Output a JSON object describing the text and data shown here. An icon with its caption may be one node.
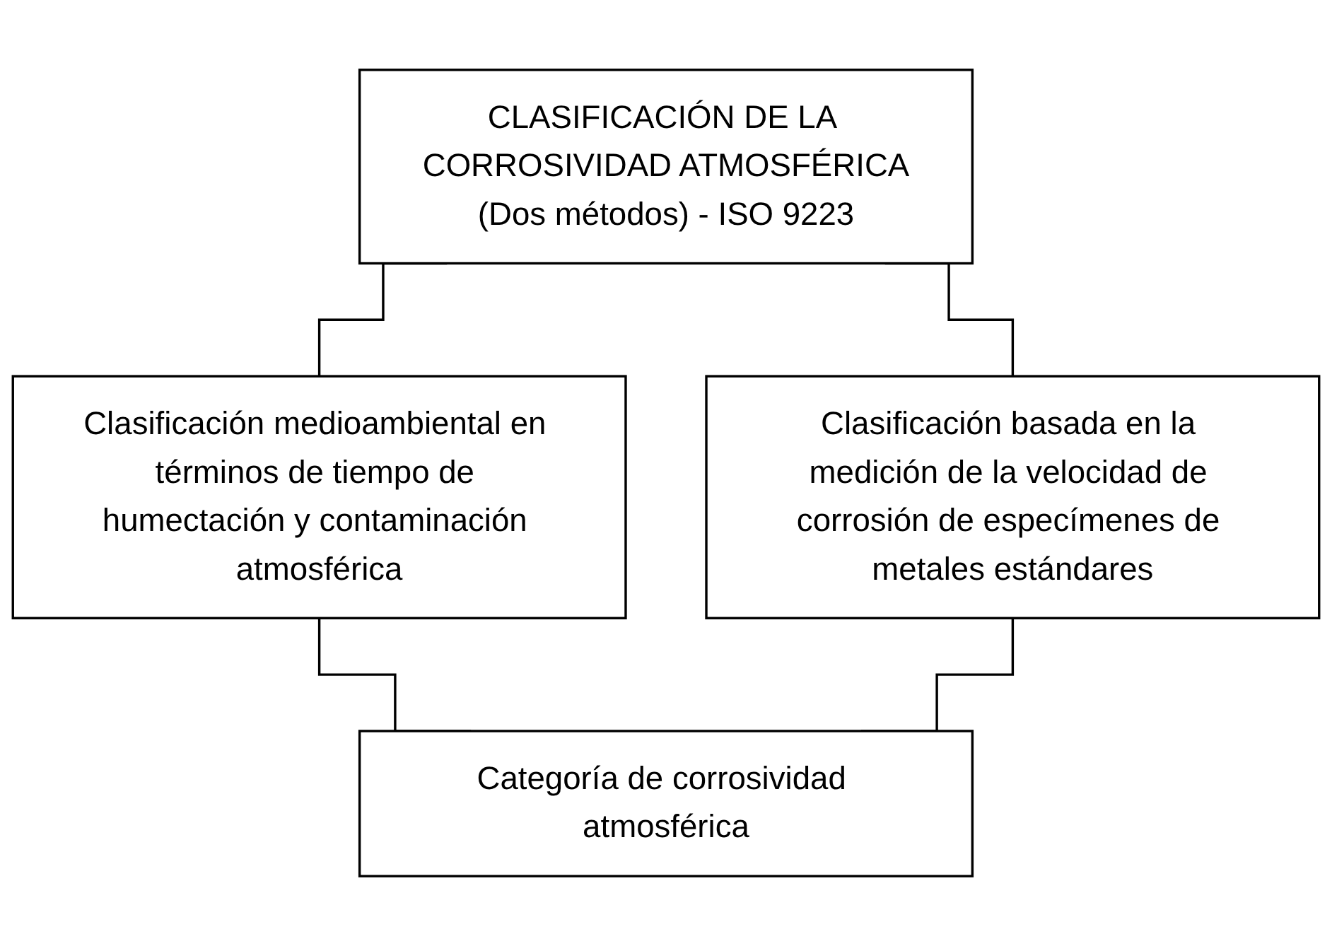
{
  "diagram": {
    "nodes": [
      {
        "text": [
          "CLASIFICACIÓN DE LA CORROSIVIDAD ATMOSFÉRICA",
          "(Dos métodos) - ISO 9223"
        ]
      },
      {
        "text": [
          "Clasificación medioambiental en términos de tiempo de humectación y contaminación atmosférica"
        ]
      },
      {
        "text": [
          "Clasificación basada en la medición de la velocidad de corrosión de especímenes de metales estándares"
        ]
      },
      {
        "text": [
          "Categoría de corrosividad atmosférica"
        ]
      }
    ],
    "edges": [
      {
        "from": 0,
        "to": 1,
        "arrow": "none"
      },
      {
        "from": 0,
        "to": 2,
        "arrow": "none"
      },
      {
        "from": 1,
        "to": 3,
        "arrow": "none"
      },
      {
        "from": 2,
        "to": 3,
        "arrow": "none"
      }
    ]
  }
}
